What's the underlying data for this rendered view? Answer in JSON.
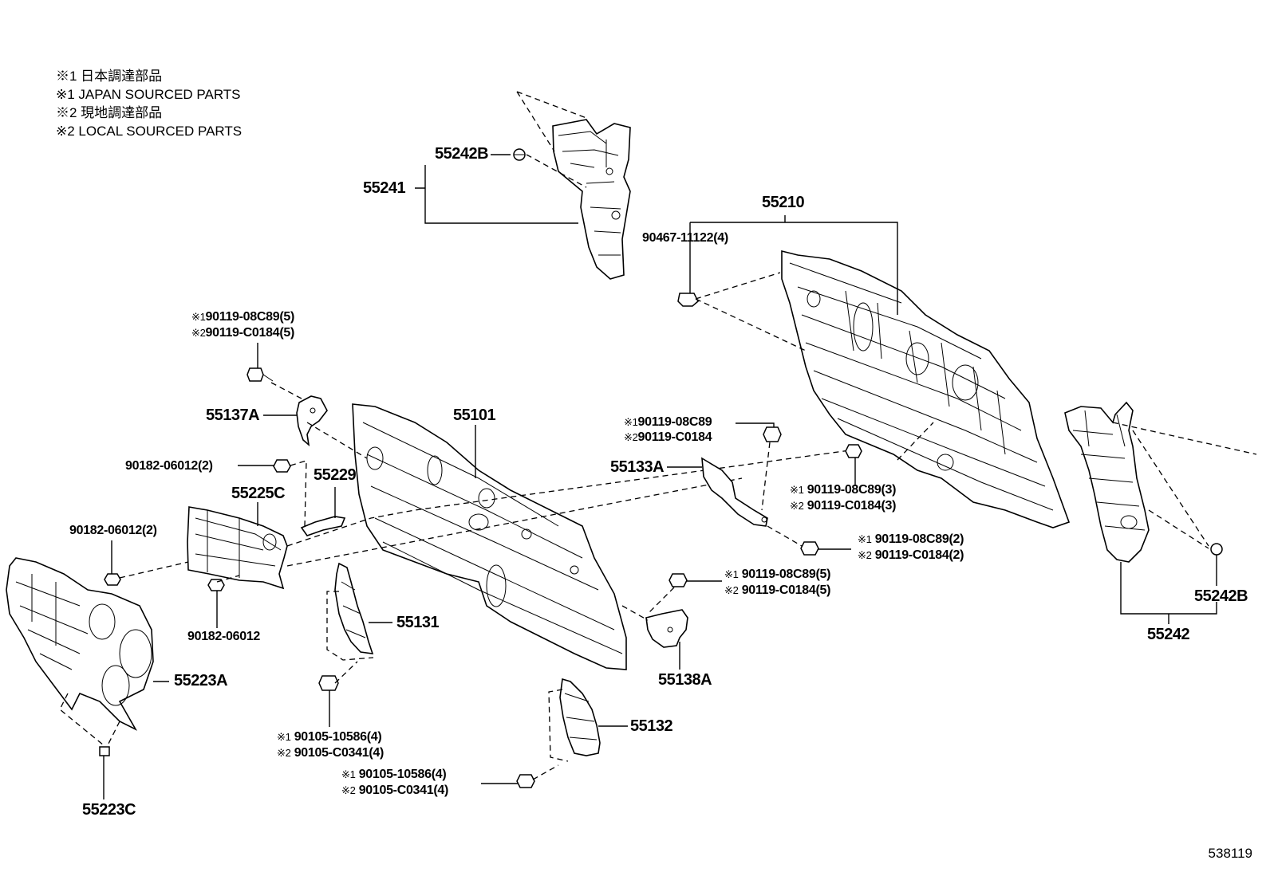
{
  "legend": [
    "※1 日本調達部品",
    "※1 JAPAN SOURCED PARTS",
    "※2 現地調達部品",
    "※2 LOCAL SOURCED PARTS"
  ],
  "labels": {
    "p55242B_top": "55242B",
    "p55241": "55241",
    "p55210": "55210",
    "p90467": "90467-11122(4)",
    "p55137A_bolt_1": "90119-08C89(5)",
    "p55137A_bolt_2": "90119-C0184(5)",
    "p55137A": "55137A",
    "p55101": "55101",
    "p90182_a": "90182-06012(2)",
    "p55229": "55229",
    "p55225C": "55225C",
    "p90182_b": "90182-06012(2)",
    "p90182_c": "90182-06012",
    "p55133A_bolt_1": "90119-08C89",
    "p55133A_bolt_2": "90119-C0184",
    "p55133A": "55133A",
    "p55133A_b3_1": "90119-08C89(3)",
    "p55133A_b3_2": "90119-C0184(3)",
    "p55133A_b2_1": "90119-08C89(2)",
    "p55133A_b2_2": "90119-C0184(2)",
    "p55138A_bolt_1": "90119-08C89(5)",
    "p55138A_bolt_2": "90119-C0184(5)",
    "p55131": "55131",
    "p55138A": "55138A",
    "p55223A": "55223A",
    "p90105_a_1": "90105-10586(4)",
    "p90105_a_2": "90105-C0341(4)",
    "p55132": "55132",
    "p90105_b_1": "90105-10586(4)",
    "p90105_b_2": "90105-C0341(4)",
    "p55223C": "55223C",
    "p55242B_right": "55242B",
    "p55242": "55242",
    "mark1": "※1",
    "mark2": "※2"
  },
  "doc_number": "538119"
}
